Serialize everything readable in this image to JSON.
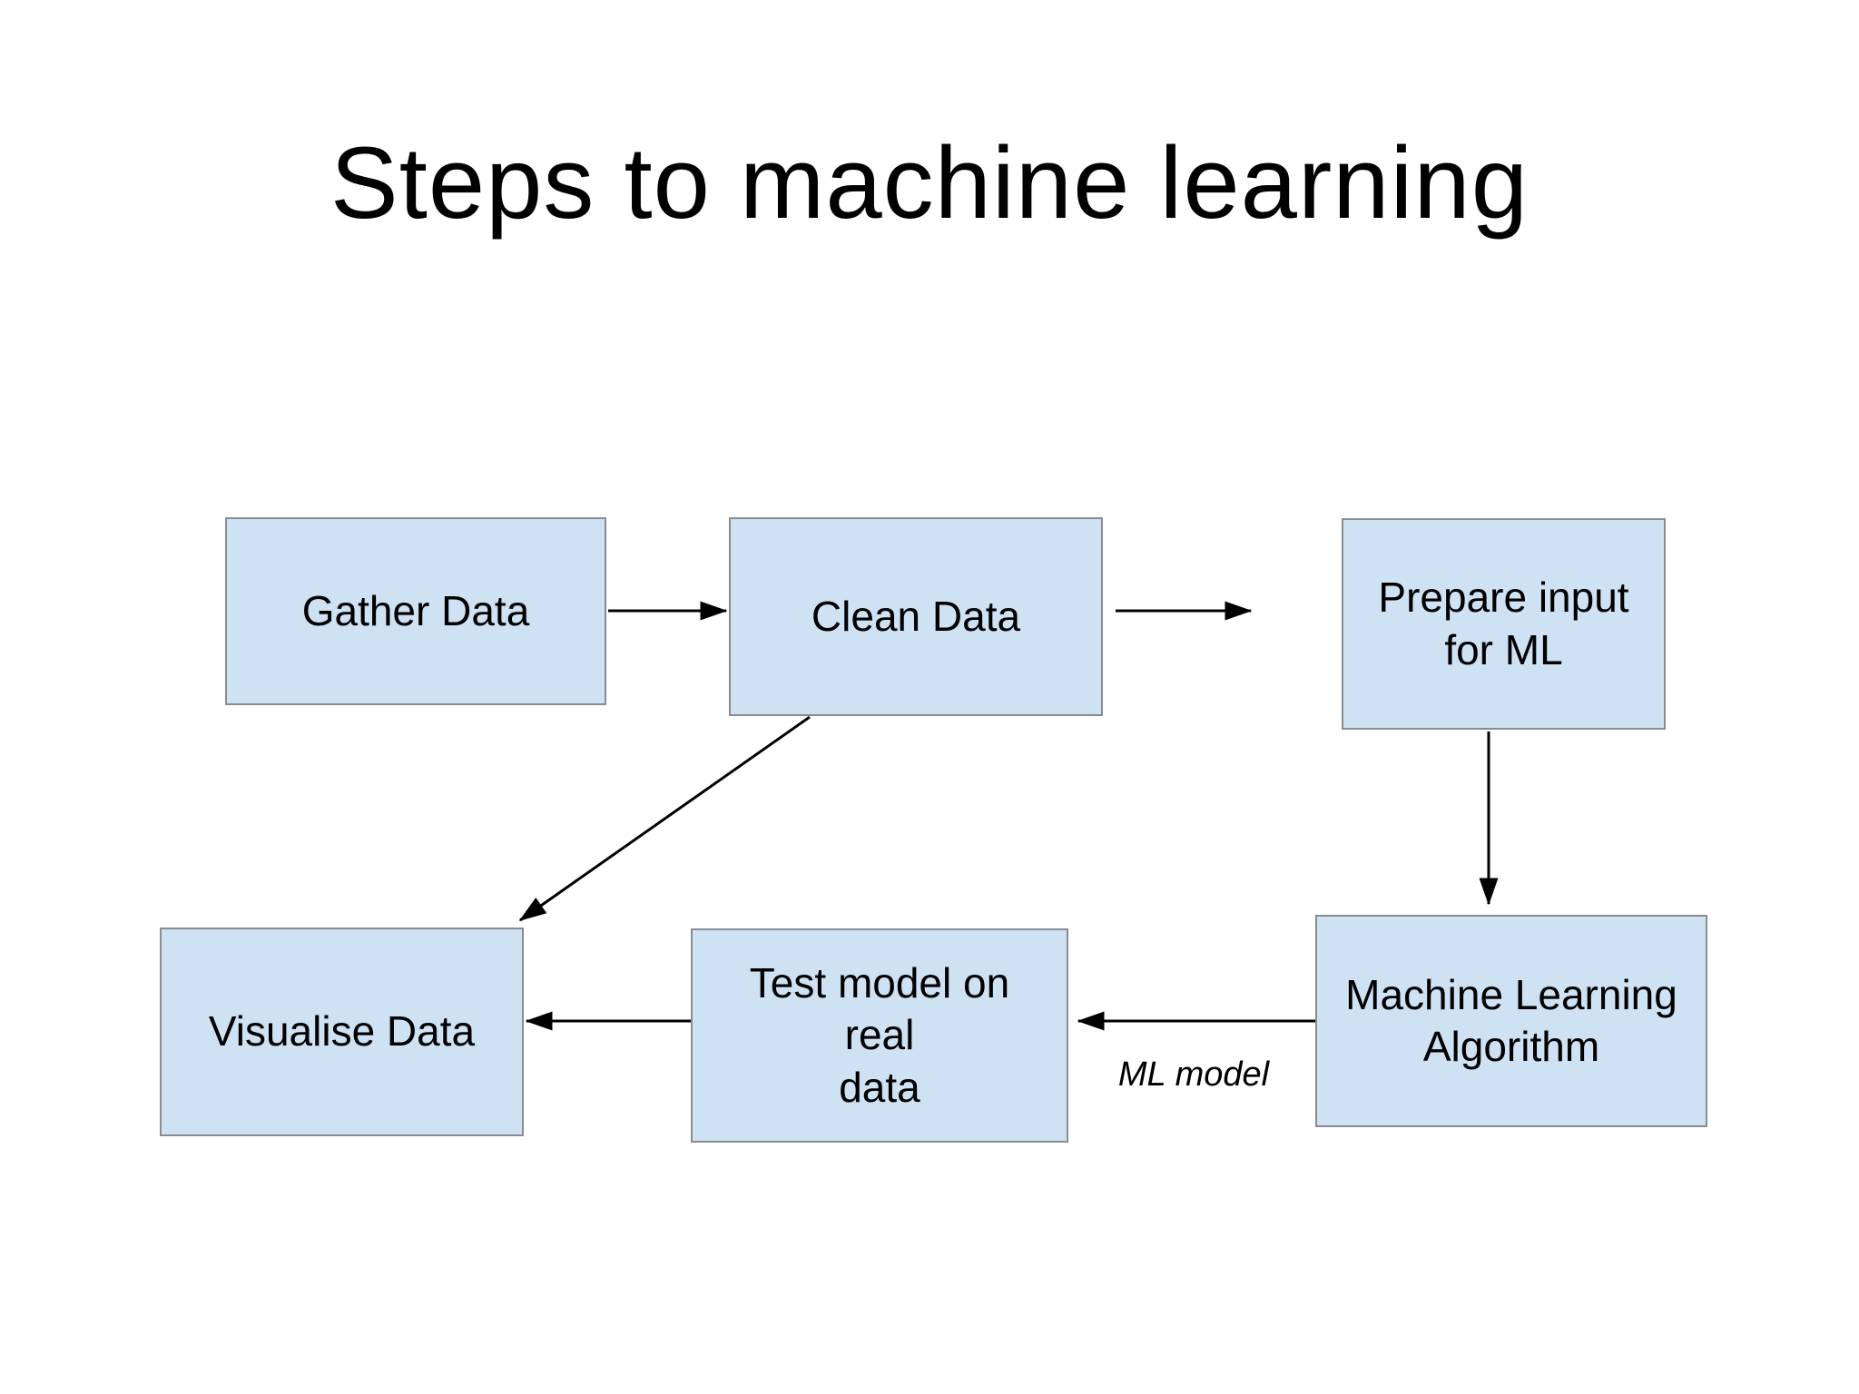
{
  "slide": {
    "title": "Steps to machine learning",
    "background_color": "#ffffff",
    "box_fill_color": "#cfe2f3",
    "box_border_color": "#878c91",
    "arrow_color": "#000000",
    "text_color": "#000000"
  },
  "nodes": [
    {
      "id": "gather-data",
      "label": "Gather Data"
    },
    {
      "id": "clean-data",
      "label": "Clean Data"
    },
    {
      "id": "prepare-input-for-ml",
      "label": "Prepare input\nfor ML"
    },
    {
      "id": "machine-learning-algorithm",
      "label": "Machine Learning\nAlgorithm"
    },
    {
      "id": "test-model-on-real-data",
      "label": "Test model on\nreal\ndata"
    },
    {
      "id": "visualise-data",
      "label": "Visualise Data"
    }
  ],
  "edges": [
    {
      "from": "gather-data",
      "to": "clean-data",
      "label": ""
    },
    {
      "from": "clean-data",
      "to": "prepare-input-for-ml",
      "label": ""
    },
    {
      "from": "prepare-input-for-ml",
      "to": "machine-learning-algorithm",
      "label": ""
    },
    {
      "from": "machine-learning-algorithm",
      "to": "test-model-on-real-data",
      "label": "ML model"
    },
    {
      "from": "test-model-on-real-data",
      "to": "visualise-data",
      "label": ""
    },
    {
      "from": "clean-data",
      "to": "visualise-data",
      "label": ""
    }
  ]
}
